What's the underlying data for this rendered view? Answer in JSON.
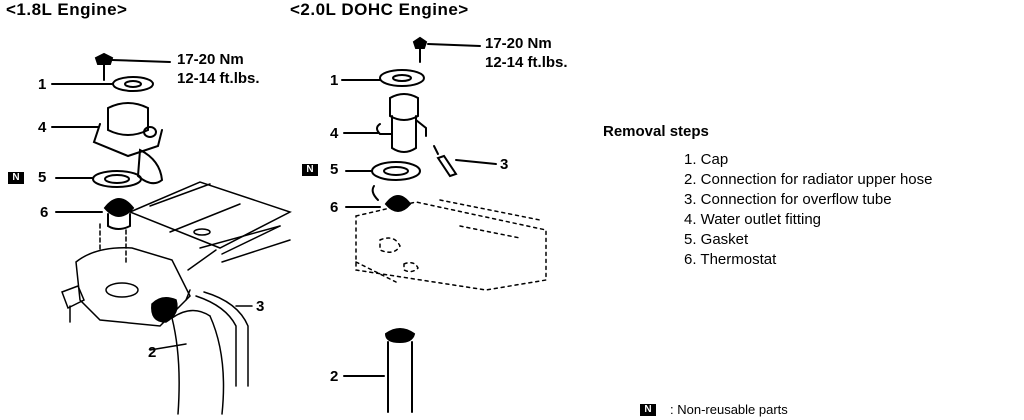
{
  "headers": {
    "engine_18": "<1.8L  Engine>",
    "engine_20": "<2.0L  DOHC  Engine>"
  },
  "torque_18": {
    "line1": "17-20 Nm",
    "line2": "12-14 ft.lbs."
  },
  "torque_20": {
    "line1": "17-20 Nm",
    "line2": "12-14 ft.lbs."
  },
  "callouts_18": [
    "1",
    "4",
    "5",
    "6",
    "2",
    "3"
  ],
  "callouts_20": [
    "1",
    "4",
    "5",
    "6",
    "2",
    "3"
  ],
  "badge_text": "N",
  "removal": {
    "title": "Removal steps",
    "steps": [
      "1.  Cap",
      "2.  Connection for radiator upper hose",
      "3.  Connection for overflow tube",
      "4.  Water outlet fitting",
      "5.  Gasket",
      "6.  Thermostat"
    ]
  },
  "legend": {
    "text": ":  Non-reusable  parts"
  }
}
